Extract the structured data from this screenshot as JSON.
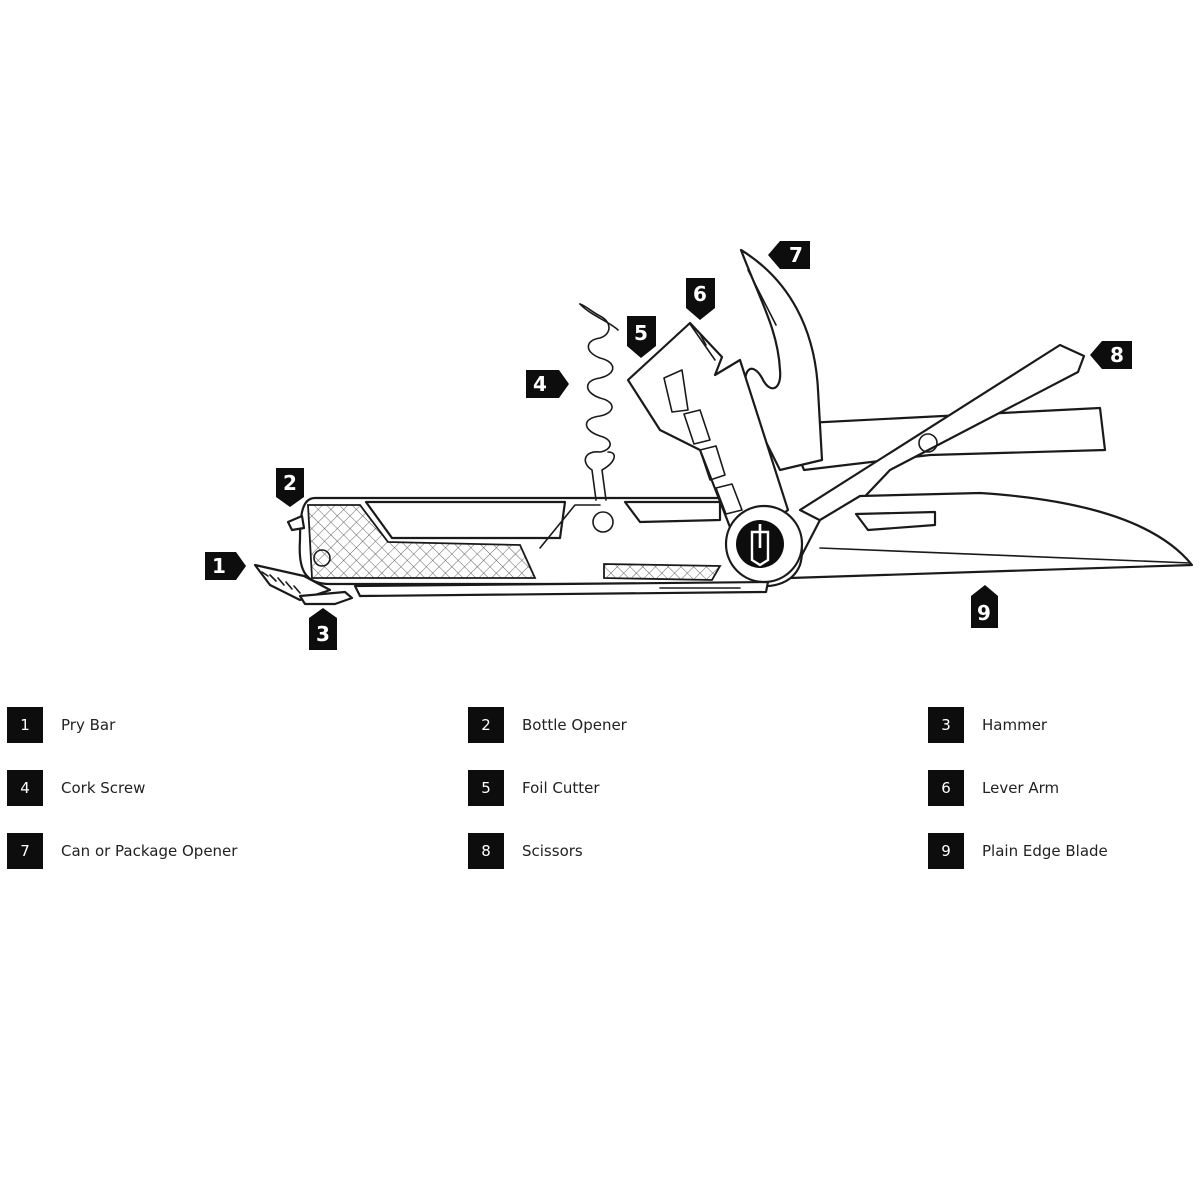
{
  "colors": {
    "marker": "#0d0d0d",
    "line": "#1a1a1a",
    "background": "#ffffff"
  },
  "brand_logo": {
    "icon": "gerber-logo-icon"
  },
  "markers": [
    {
      "number": "1"
    },
    {
      "number": "2"
    },
    {
      "number": "3"
    },
    {
      "number": "4"
    },
    {
      "number": "5"
    },
    {
      "number": "6"
    },
    {
      "number": "7"
    },
    {
      "number": "8"
    },
    {
      "number": "9"
    }
  ],
  "legend": {
    "items": [
      {
        "number": "1",
        "label": "Pry Bar"
      },
      {
        "number": "2",
        "label": "Bottle Opener"
      },
      {
        "number": "3",
        "label": "Hammer"
      },
      {
        "number": "4",
        "label": "Cork Screw"
      },
      {
        "number": "5",
        "label": "Foil Cutter"
      },
      {
        "number": "6",
        "label": "Lever Arm"
      },
      {
        "number": "7",
        "label": "Can or Package Opener"
      },
      {
        "number": "8",
        "label": "Scissors"
      },
      {
        "number": "9",
        "label": "Plain Edge Blade"
      }
    ]
  }
}
